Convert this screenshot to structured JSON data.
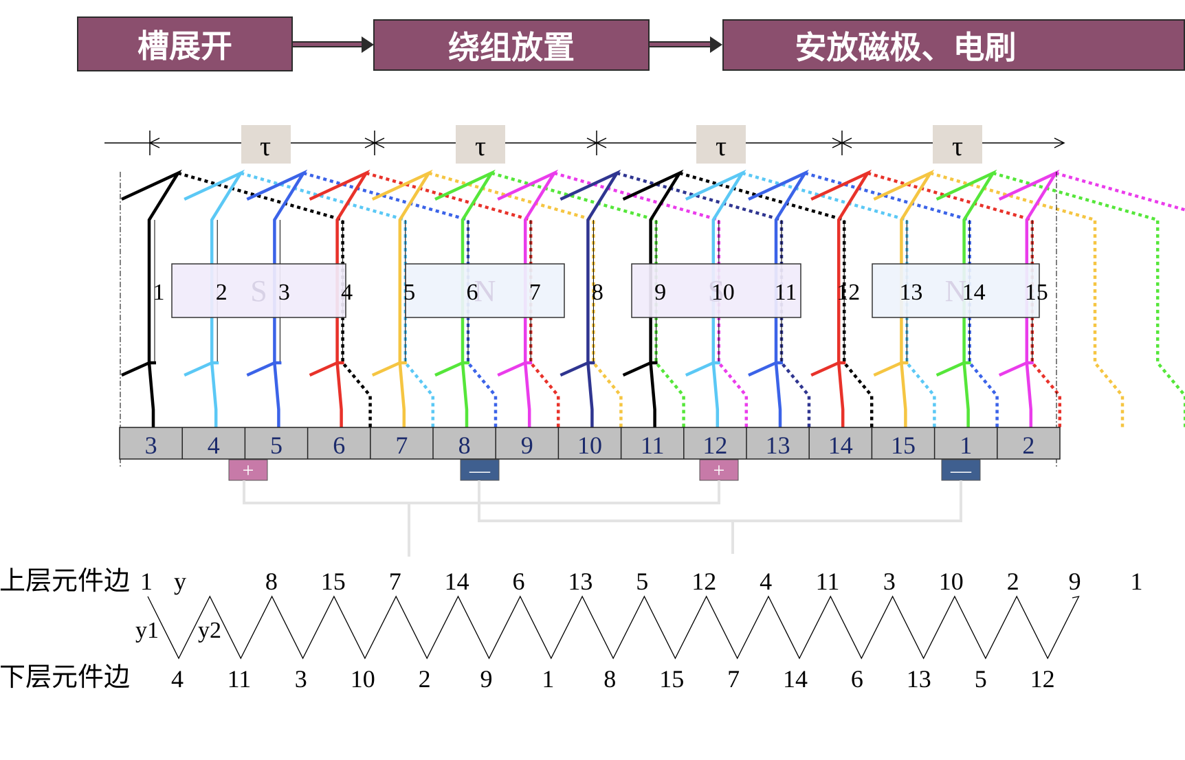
{
  "flow": {
    "step1": "槽展开",
    "step2": "绕组放置",
    "step3": "安放磁极、电刷"
  },
  "pole_pitch_symbol": "τ",
  "slot_labels": [
    "1",
    "2",
    "3",
    "4",
    "5",
    "6",
    "7",
    "8",
    "9",
    "10",
    "11",
    "12",
    "13",
    "14",
    "15"
  ],
  "pole_labels": [
    "S",
    "N",
    "S",
    "N"
  ],
  "commutator_labels": [
    "3",
    "4",
    "5",
    "6",
    "7",
    "8",
    "9",
    "10",
    "11",
    "12",
    "13",
    "14",
    "15",
    "1",
    "2"
  ],
  "brushes": [
    {
      "polarity": "+"
    },
    {
      "polarity": "—"
    },
    {
      "polarity": "+"
    },
    {
      "polarity": "—"
    }
  ],
  "sequence": {
    "upper_label": "上层元件边",
    "lower_label": "下层元件边",
    "upper_values": [
      "1",
      "8",
      "15",
      "7",
      "14",
      "6",
      "13",
      "5",
      "12",
      "4",
      "11",
      "3",
      "10",
      "2",
      "9",
      "1"
    ],
    "lower_values": [
      "4",
      "11",
      "3",
      "10",
      "2",
      "9",
      "1",
      "8",
      "15",
      "7",
      "14",
      "6",
      "13",
      "5",
      "12"
    ],
    "y_label": "y",
    "y1_label": "y1",
    "y2_label": "y2"
  },
  "colors": {
    "step_fill": "#8b4f6e",
    "commutator_fill": "#c0c0c0",
    "brush_plus": "#c77aa8",
    "brush_minus": "#3f5f8f",
    "coil_palette": [
      "#000000",
      "#5bc8f5",
      "#3b63e8",
      "#e8322a",
      "#f5c542",
      "#55e63a",
      "#ea3ceb",
      "#2f3590"
    ]
  }
}
